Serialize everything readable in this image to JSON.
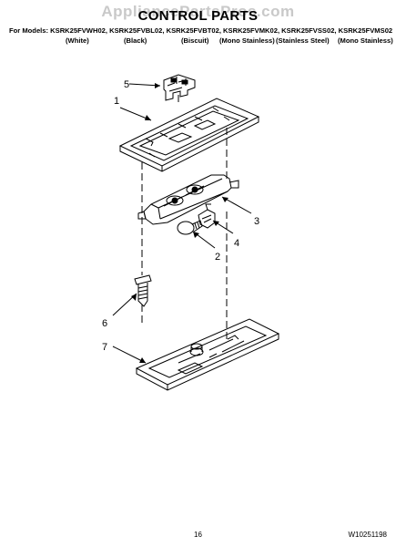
{
  "watermark": "AppliancePartsPros.com",
  "title": "CONTROL PARTS",
  "models_line": "For Models: KSRK25FVWH02, KSRK25FVBL02, KSRK25FVBT02, KSRK25FVMK02, KSRK25FVSS02, KSRK25FVMS02",
  "colors": [
    "(White)",
    "(Black)",
    "(Biscuit)",
    "(Mono Stainless)",
    "(Stainless Steel)",
    "(Mono Stainless)"
  ],
  "callouts": [
    "5",
    "1",
    "3",
    "4",
    "2",
    "6",
    "7"
  ],
  "page_number": "16",
  "doc_code": "W10251198"
}
